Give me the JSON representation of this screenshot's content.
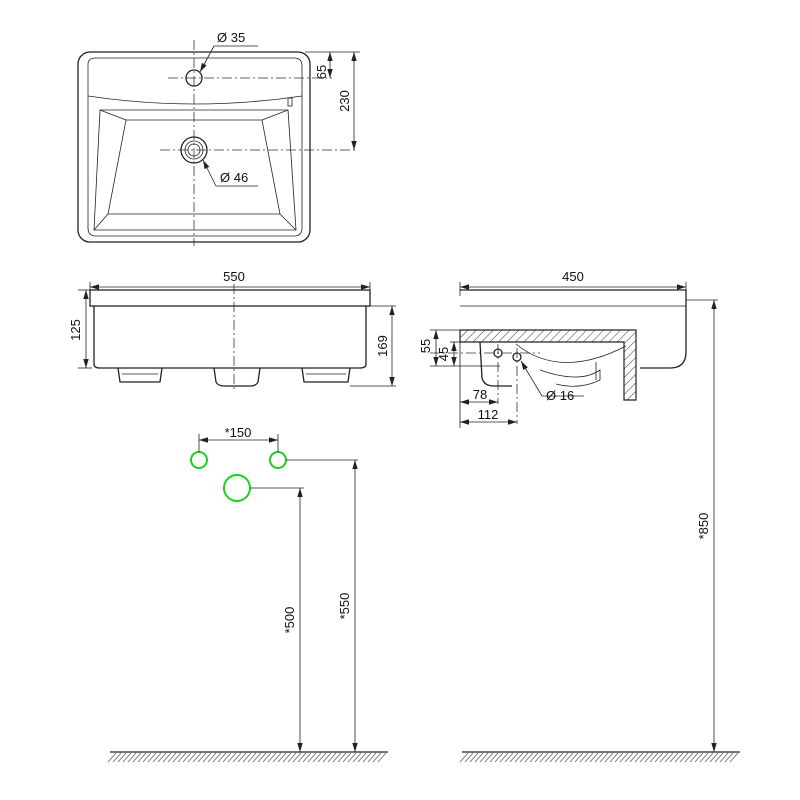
{
  "top_view": {
    "tap_hole_label": "Ø 35",
    "tap_offset_label": "65",
    "drain_offset_label": "230",
    "drain_hole_label": "Ø 46"
  },
  "front_view": {
    "width_label": "550",
    "bowl_height_label": "125",
    "total_height_label": "169"
  },
  "side_view": {
    "depth_label": "450",
    "height_55_label": "55",
    "height_45_label": "45",
    "overflow_78_label": "78",
    "overflow_112_label": "112",
    "overflow_hole_label": "Ø 16"
  },
  "installation": {
    "supply_spacing_label": "*150",
    "drain_height_label": "*500",
    "supply_height_label": "*550",
    "basin_height_label": "*850",
    "accent_color": "#19d119"
  }
}
